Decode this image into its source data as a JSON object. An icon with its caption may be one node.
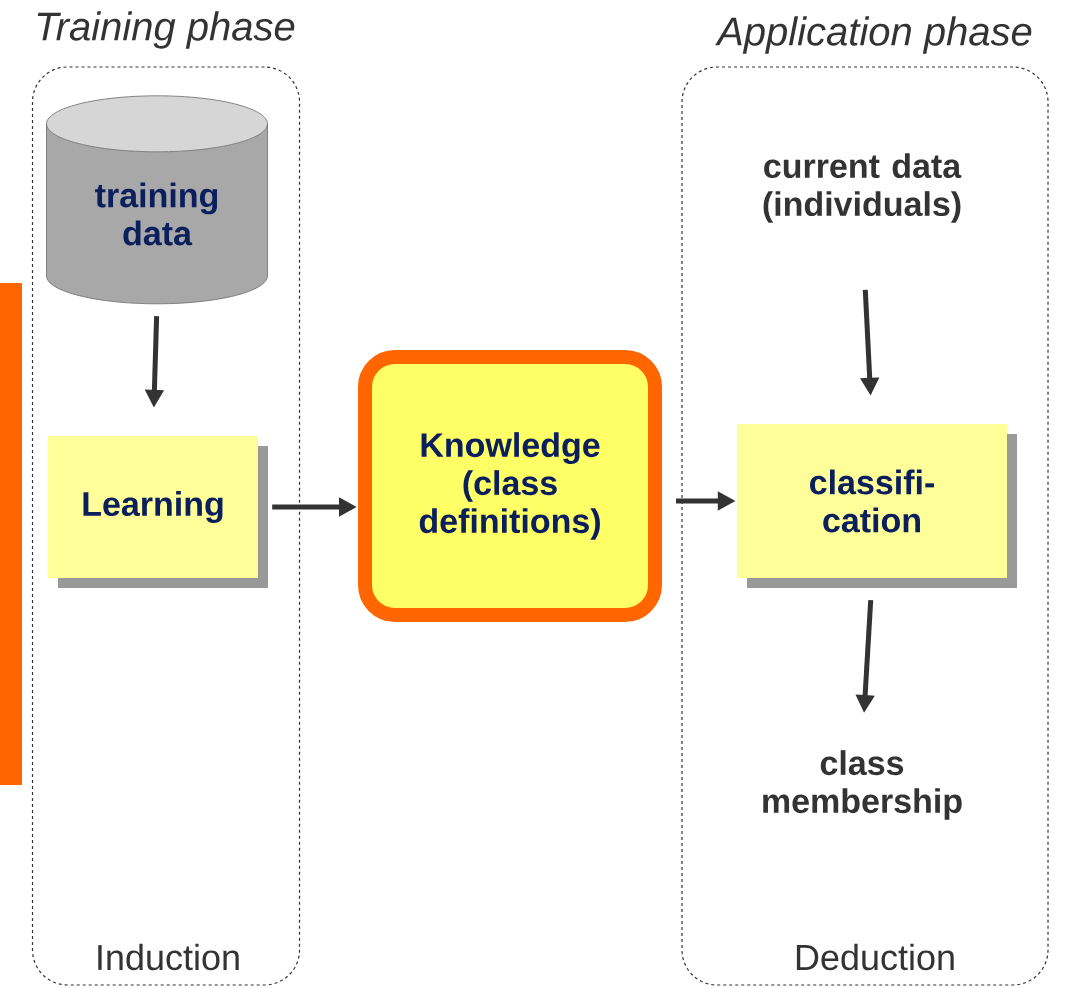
{
  "diagram": {
    "nodes": [
      {
        "text": [
          "Training phase",
          "Induction"
        ]
      },
      {
        "text": [
          "training data"
        ],
        "in": 0
      },
      {
        "text": [
          "Learning"
        ],
        "in": 0
      },
      {
        "text": [
          "Knowledge (class definitions)"
        ]
      },
      {
        "text": [
          "Application phase",
          "Deduction"
        ]
      },
      {
        "text": [
          "current data (individuals)"
        ],
        "in": 4
      },
      {
        "text": [
          "classifi- cation"
        ],
        "in": 4
      },
      {
        "text": [
          "class membership"
        ],
        "in": 4
      },
      {
        "text": [],
        "shape": "bar"
      }
    ],
    "edges": [
      {
        "from": 1,
        "to": 2,
        "arrow": "to"
      },
      {
        "from": 2,
        "to": 3,
        "arrow": "to"
      },
      {
        "from": 3,
        "to": 6,
        "arrow": "to"
      },
      {
        "from": 5,
        "to": 6,
        "arrow": "to"
      },
      {
        "from": 6,
        "to": 7,
        "arrow": "to"
      }
    ]
  }
}
